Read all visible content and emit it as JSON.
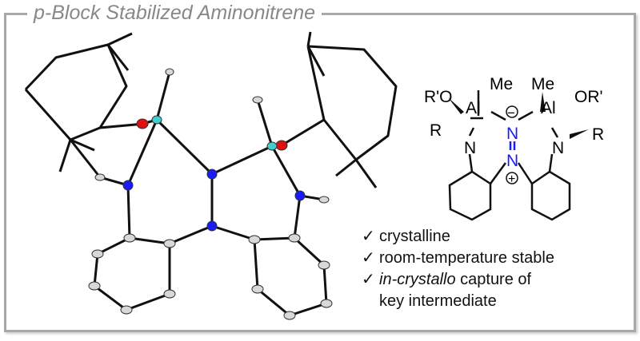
{
  "title": "p-Block Stabilized Aminonitrene",
  "scheme_labels": {
    "r_o_left": "R'O",
    "me_left": "Me",
    "al_left": "Al",
    "r_left": "R",
    "n_left": "N",
    "minus": "−",
    "n_top": "N",
    "n_bottom": "N",
    "plus": "+",
    "me_right": "Me",
    "or_right": "OR'",
    "al_right": "Al",
    "n_right": "N",
    "r_right": "R"
  },
  "features": [
    {
      "check": "✓",
      "text": "crystalline"
    },
    {
      "check": "✓",
      "text": "room-temperature stable"
    },
    {
      "check": "✓",
      "text_italic": "in-crystallo",
      "text": " capture of",
      "continuation": "key intermediate"
    }
  ],
  "colors": {
    "nitrogen": "#1a1aff",
    "oxygen": "#e01010",
    "aluminum": "#40d0d0",
    "carbon": "#d0d0d0",
    "frame": "#a8a8a8"
  }
}
